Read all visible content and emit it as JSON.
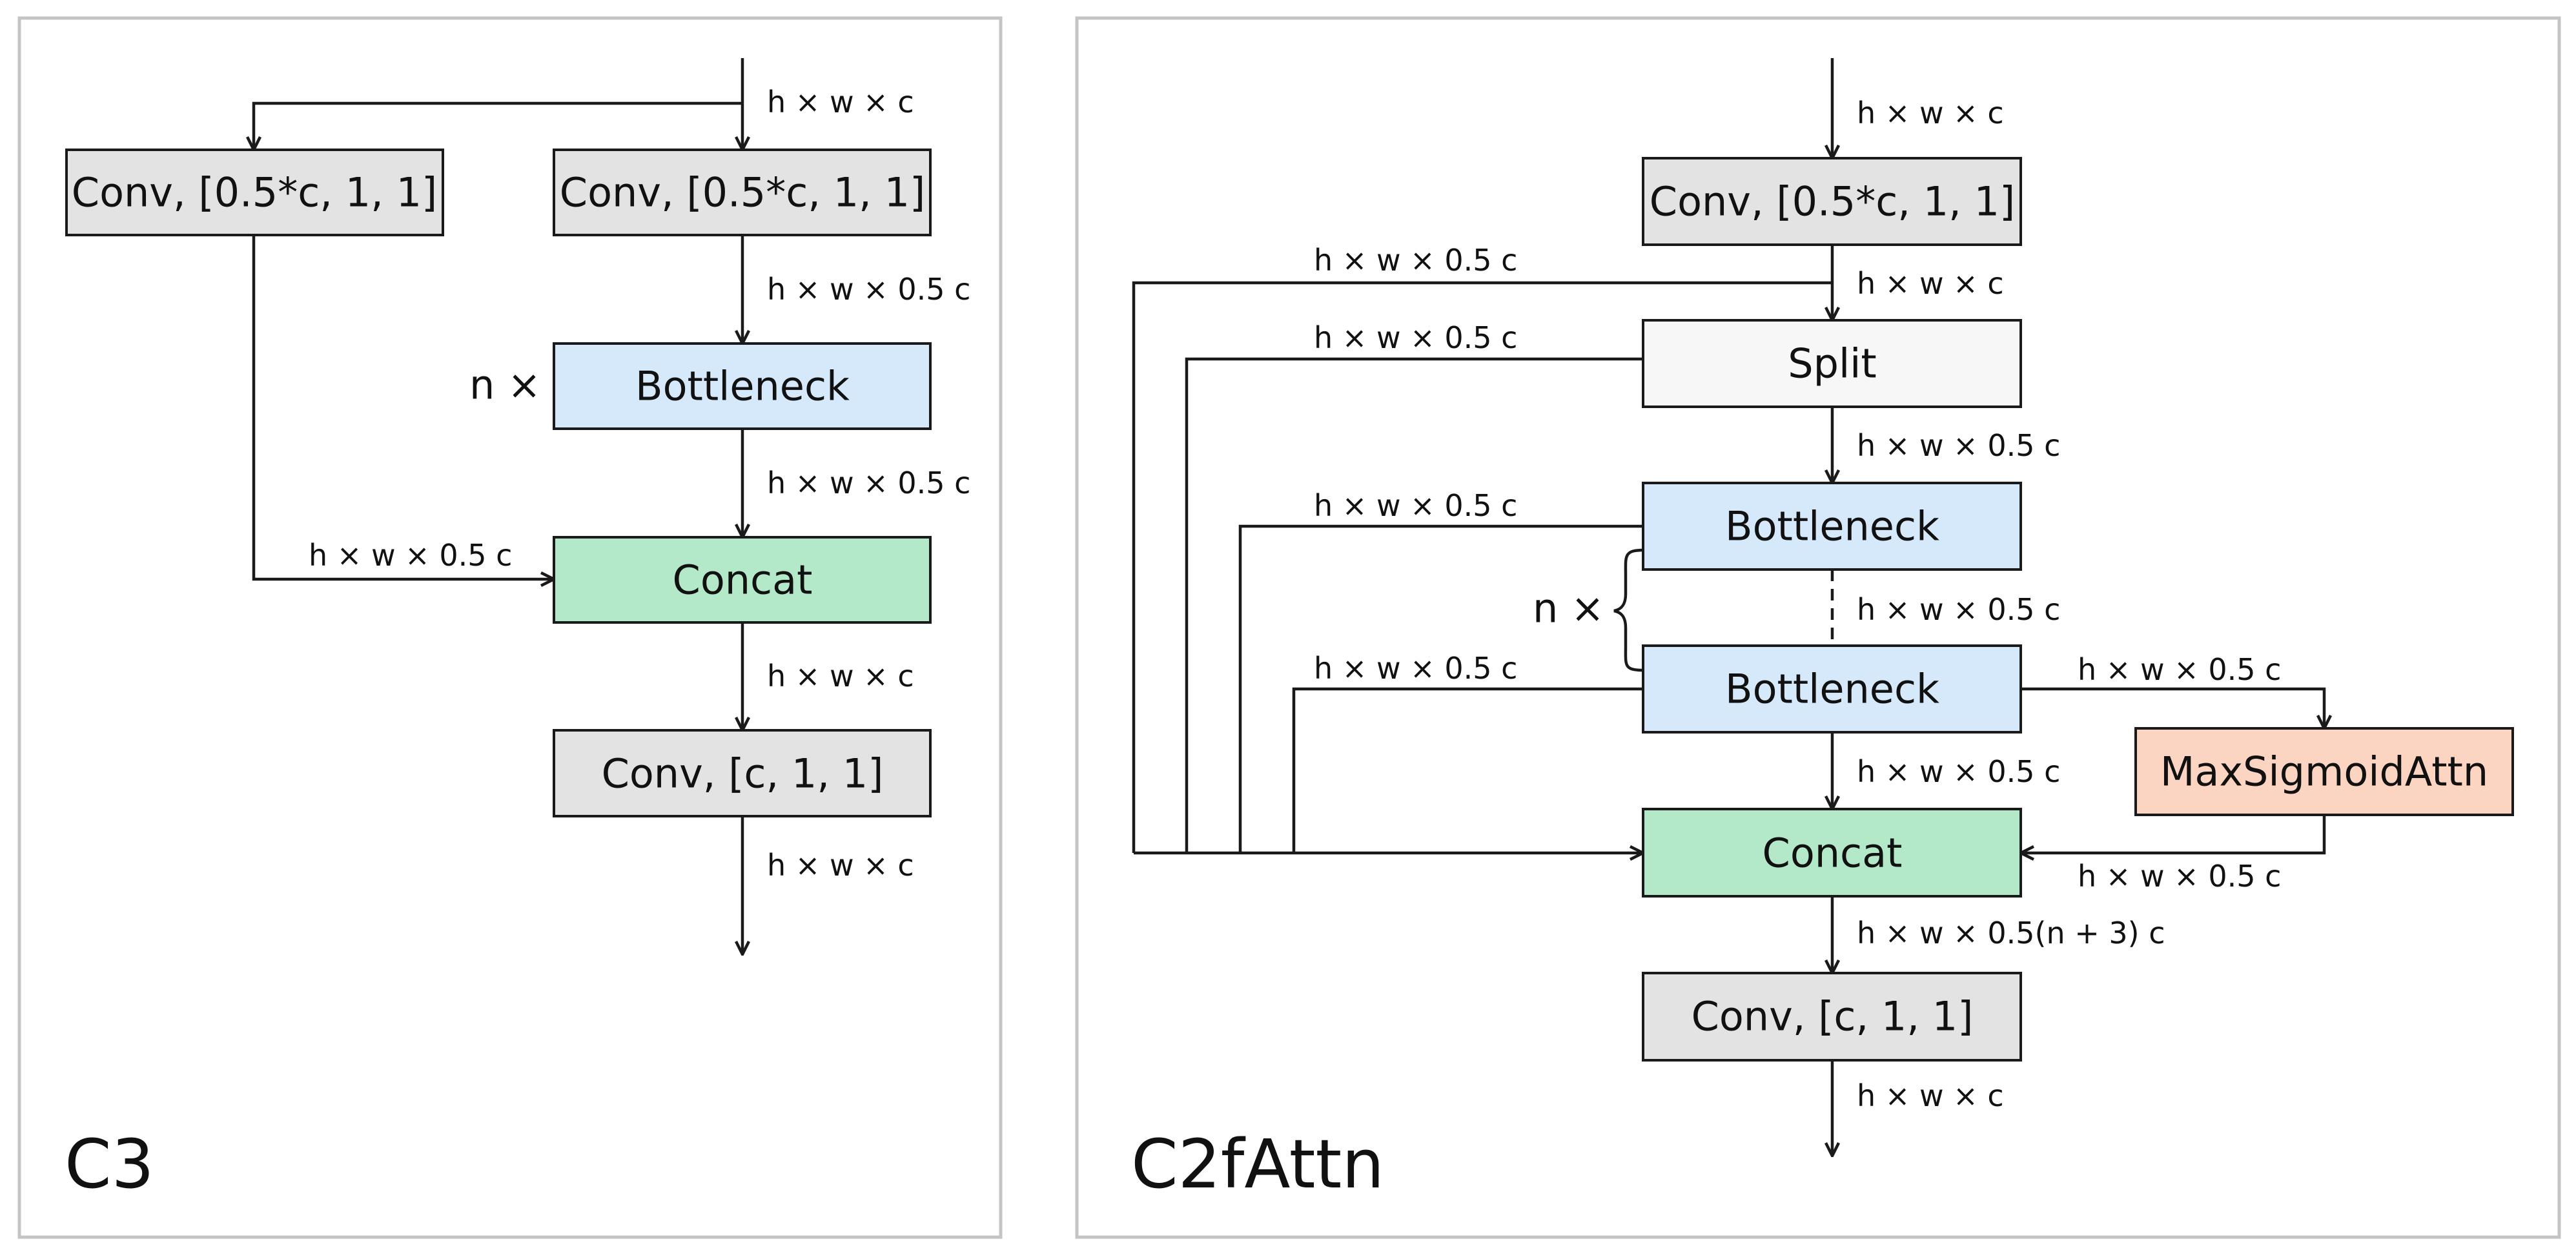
{
  "c3": {
    "title": "C3",
    "conv_left": "Conv, [0.5*c, 1, 1]",
    "conv_right": "Conv, [0.5*c, 1, 1]",
    "bottleneck": "Bottleneck",
    "repeat": "n ×",
    "concat": "Concat",
    "conv_out": "Conv, [c, 1, 1]",
    "lbl_in": "h × w × c",
    "lbl_after_conv": "h × w × 0.5 c",
    "lbl_after_bottleneck": "h × w × 0.5 c",
    "lbl_branch": "h × w × 0.5 c",
    "lbl_after_concat": "h × w × c",
    "lbl_out": "h × w × c"
  },
  "c2f": {
    "title": "C2fAttn",
    "conv_in": "Conv, [0.5*c, 1, 1]",
    "split": "Split",
    "bottleneck1": "Bottleneck",
    "bottleneck2": "Bottleneck",
    "repeat": "n ×",
    "concat": "Concat",
    "attn": "MaxSigmoidAttn",
    "conv_out": "Conv, [c, 1, 1]",
    "lbl_in": "h × w × c",
    "lbl_after_conv": "h × w × c",
    "lbl_after_split": "h × w × 0.5 c",
    "lbl_between": "h × w × 0.5 c",
    "lbl_after_b2": "h × w × 0.5 c",
    "lbl_to_attn": "h × w × 0.5 c",
    "lbl_from_attn": "h × w × 0.5 c",
    "lbl_after_concat": "h × w × 0.5(n + 3) c",
    "lbl_out": "h × w × c",
    "lbl_left1": "h × w × 0.5 c",
    "lbl_left2": "h × w × 0.5 c",
    "lbl_left3": "h × w × 0.5 c",
    "lbl_left4": "h × w × 0.5 c"
  }
}
